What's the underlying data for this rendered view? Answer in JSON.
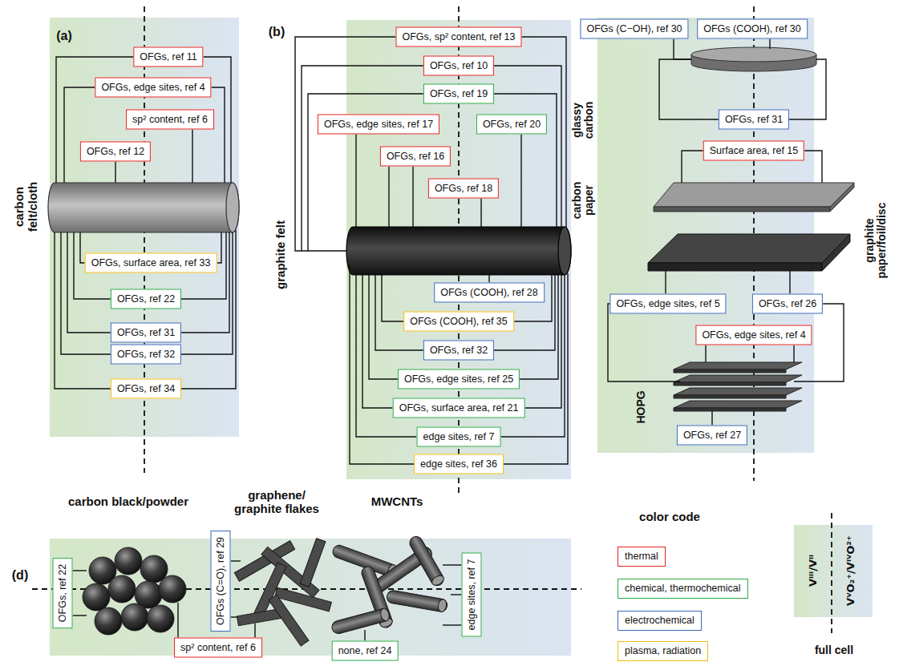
{
  "diagram": {
    "nodes": [
      {
        "text": [
          "OFGs, ref 11"
        ]
      },
      {
        "text": [
          "OFGs, edge sites, ref 4"
        ]
      },
      {
        "text": [
          "sp² content, ref 6"
        ]
      },
      {
        "text": [
          "OFGs, ref 12"
        ]
      },
      {
        "text": [
          "OFGs, surface area, ref 33"
        ]
      },
      {
        "text": [
          "OFGs, ref 22"
        ]
      },
      {
        "text": [
          "OFGs, ref 31"
        ]
      },
      {
        "text": [
          "OFGs, ref 32"
        ]
      },
      {
        "text": [
          "OFGs, ref 34"
        ]
      },
      {
        "text": [
          "OFGs, sp² content, ref 13"
        ]
      },
      {
        "text": [
          "OFGs, ref 10"
        ]
      },
      {
        "text": [
          "OFGs, ref 19"
        ]
      },
      {
        "text": [
          "OFGs, edge sites, ref 17"
        ]
      },
      {
        "text": [
          "OFGs, ref 20"
        ]
      },
      {
        "text": [
          "OFGs, ref 16"
        ]
      },
      {
        "text": [
          "OFGs, ref 18"
        ]
      },
      {
        "text": [
          "OFGs (COOH), ref 28"
        ]
      },
      {
        "text": [
          "OFGs (COOH), ref 35"
        ]
      },
      {
        "text": [
          "OFGs, ref 32"
        ]
      },
      {
        "text": [
          "OFGs, edge sites, ref 25"
        ]
      },
      {
        "text": [
          "OFGs, surface area, ref 21"
        ]
      },
      {
        "text": [
          "edge sites, ref 7"
        ]
      },
      {
        "text": [
          "edge sites, ref 36"
        ]
      },
      {
        "text": [
          "OFGs (C−OH), ref 30"
        ]
      },
      {
        "text": [
          "OFGs (COOH), ref 30"
        ]
      },
      {
        "text": [
          "OFGs, ref 31"
        ]
      },
      {
        "text": [
          "Surface area, ref 15"
        ]
      },
      {
        "text": [
          "OFGs, edge sites, ref 5"
        ]
      },
      {
        "text": [
          "OFGs, ref 26"
        ]
      },
      {
        "text": [
          "OFGs, edge sites, ref 4"
        ]
      },
      {
        "text": [
          "OFGs, ref 27"
        ]
      },
      {
        "text": [
          "OFGs, ref 22"
        ]
      },
      {
        "text": [
          "OFGs (C=O), ref 29"
        ]
      },
      {
        "text": [
          "sp² content, ref 6"
        ]
      },
      {
        "text": [
          "none, ref 24"
        ]
      },
      {
        "text": [
          "edge sites, ref 7"
        ]
      }
    ],
    "labels": [
      "(a)",
      "carbon felt/cloth",
      "(b)",
      "graphite felt",
      "glassy carbon",
      "carbon paper",
      "graphite paper/foil/disc",
      "HOPG",
      "(d)",
      "carbon black/powder",
      "graphene/ graphite flakes",
      "MWCNTs",
      "color code",
      "Vᴵᴵᴵ/Vᴵᴵ",
      "VⱽO₂⁺/VᴵⱽO²⁺",
      "full cell"
    ],
    "legend": [
      {
        "text": "thermal",
        "color": "#e3231f"
      },
      {
        "text": "chemical, thermochemical",
        "color": "#2aa745"
      },
      {
        "text": "electrochemical",
        "color": "#3c68b8"
      },
      {
        "text": "plasma, radiation",
        "color": "#f4bb12"
      }
    ]
  }
}
